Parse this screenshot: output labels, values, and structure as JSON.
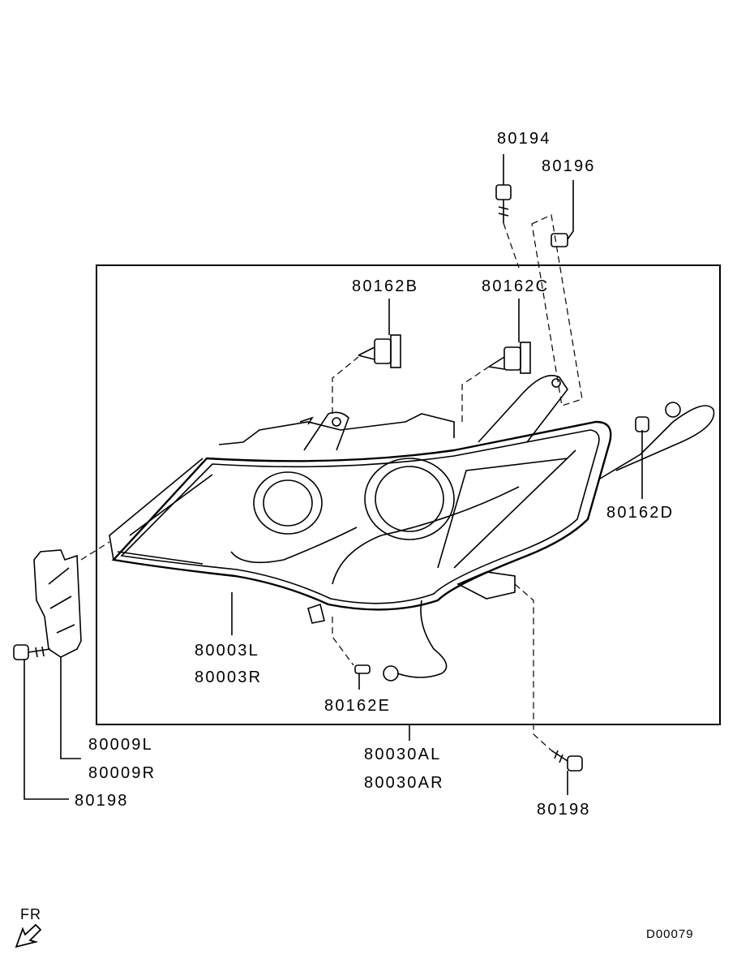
{
  "diagram": {
    "labels": {
      "p80194": "80194",
      "p80196": "80196",
      "p80162B": "80162B",
      "p80162C": "80162C",
      "p80162D": "80162D",
      "p80003L": "80003L",
      "p80003R": "80003R",
      "p80162E": "80162E",
      "p80009L": "80009L",
      "p80009R": "80009R",
      "p80030AL": "80030AL",
      "p80030AR": "80030AR",
      "p80198_left": "80198",
      "p80198_right": "80198"
    },
    "direction_label": "FR",
    "diagram_id": "D00079"
  }
}
